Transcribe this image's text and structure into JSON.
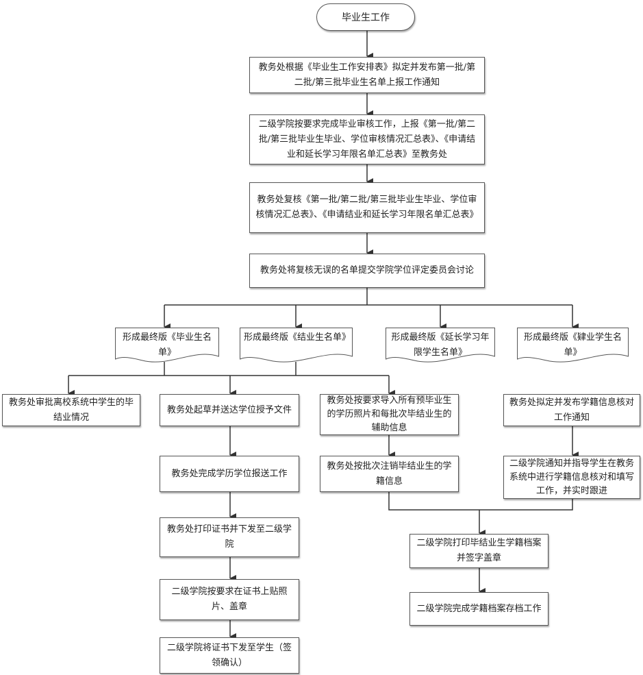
{
  "start": "毕业生工作",
  "steps": {
    "s1": "教务处根据《毕业生工作安排表》拟定并发布第一批/第二批/第三批毕业生名单上报工作通知",
    "s2": "二级学院按要求完成毕业审核工作，上报《第一批/第二批/第三批毕业生毕业、学位审核情况汇总表》、《申请结业和延长学习年限名单汇总表》至教务处",
    "s3": "教务处复核《第一批/第二批/第三批毕业生毕业、学位审核情况汇总表》、《申请结业和延长学习年限名单汇总表》",
    "s4": "教务处将复核无误的名单提交学院学位评定委员会讨论"
  },
  "documents": [
    "形成最终版《毕业生名单》",
    "形成最终版《结业生名单》",
    "形成最终版《延长学习年限学生名单》",
    "形成最终版《肄业学生名单》"
  ],
  "branches": {
    "a1": "教务处审批离校系统中学生的毕结业情况",
    "b1": "教务处起草并送达学位授予文件",
    "b2": "教务处完成学历学位报送工作",
    "b3": "教务处打印证书并下发至二级学院",
    "b4": "二级学院按要求在证书上贴照片、盖章",
    "b5": "二级学院将证书下发至学生（签领确认）",
    "c1": "教务处按要求导入所有预毕业生的学历照片和每批次毕结业生的辅助信息",
    "c2": "教务处按批次注销毕结业生的学籍信息",
    "d1": "教务处拟定并发布学籍信息核对工作通知",
    "d2": "二级学院通知并指导学生在教务系统中进行学籍信息核对和填写工作，并实时跟进",
    "m1": "二级学院打印毕结业生学籍档案并签字盖章",
    "m2": "二级学院完成学籍档案存档工作"
  }
}
